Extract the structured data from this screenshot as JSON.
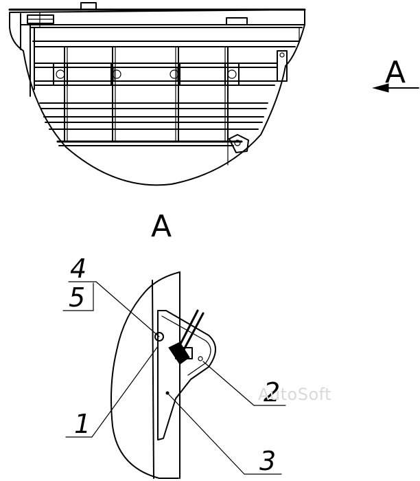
{
  "view_marker": {
    "letter": "A"
  },
  "view_title": {
    "letter": "A"
  },
  "callouts": {
    "c1": "1",
    "c2": "2",
    "c3": "3",
    "c4": "4",
    "c5": "5"
  },
  "watermark": "AutoSoft",
  "colors": {
    "line": "#000000",
    "watermark": "#d9d9d9",
    "background": "#ffffff"
  }
}
